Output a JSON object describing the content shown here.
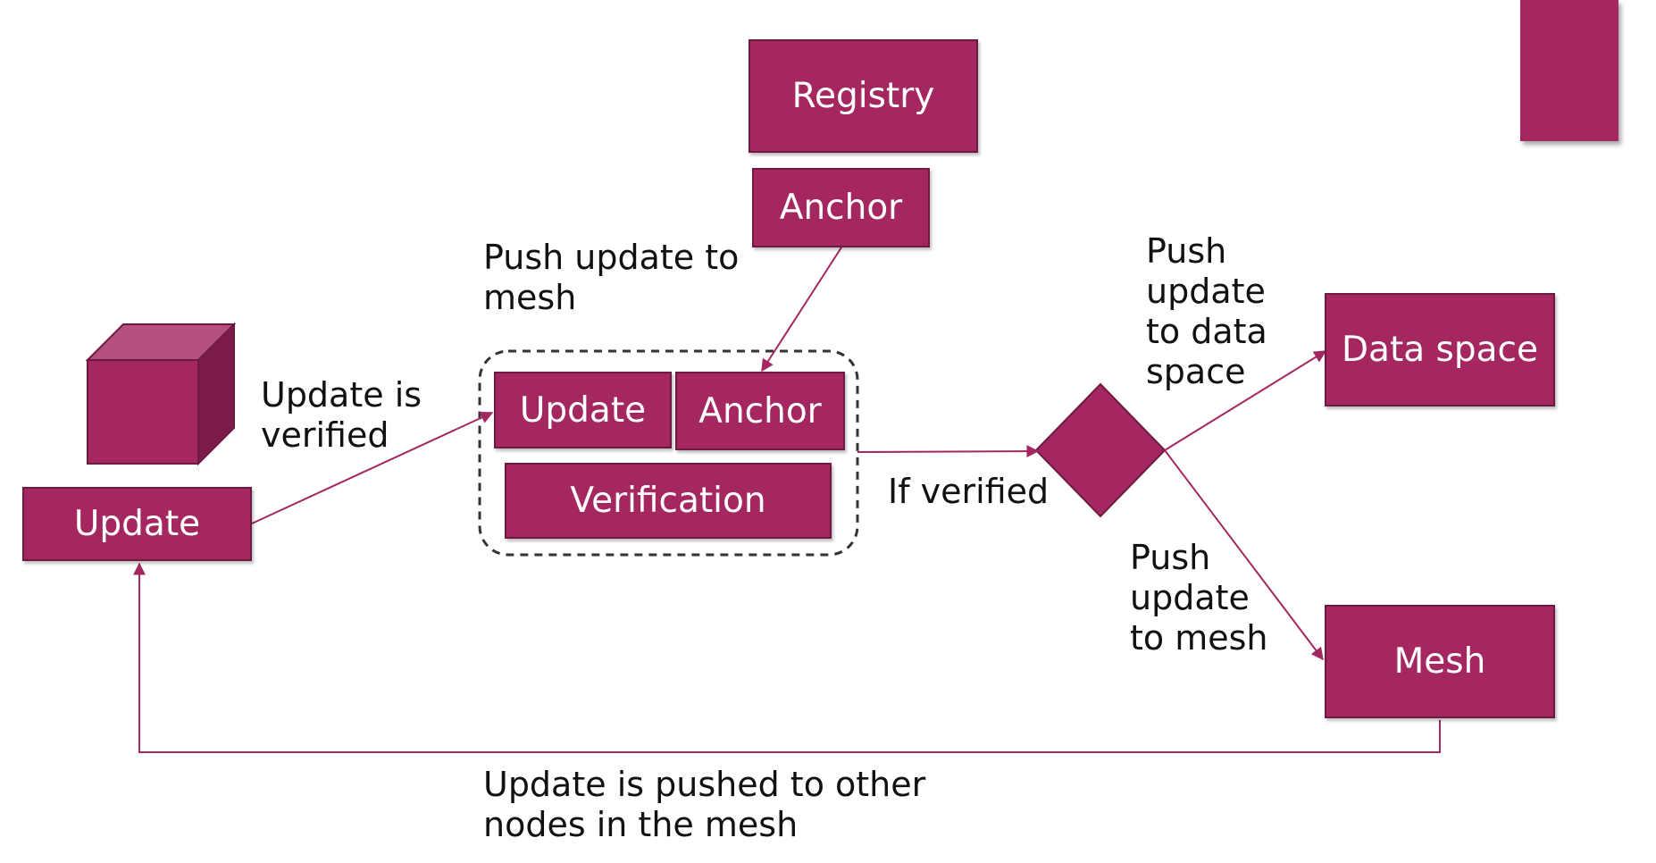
{
  "colors": {
    "box_fill": "#A4275F",
    "box_border": "#6E1A40",
    "connector": "#A4275F",
    "text_on_box": "#FFFFFF",
    "label_text": "#111111"
  },
  "boxes": {
    "registry": "Registry",
    "anchor_top": "Anchor",
    "update_left": "Update",
    "group_update": "Update",
    "group_anchor": "Anchor",
    "group_verification": "Verification",
    "data_space": "Data space",
    "mesh": "Mesh"
  },
  "labels": {
    "push_update_to_mesh_top": "Push update to\nmesh",
    "update_is_verified": "Update is\nverified",
    "if_verified": "If verified",
    "push_update_to_data_space": "Push\nupdate\nto data\nspace",
    "push_update_to_mesh_right": "Push\nupdate\nto mesh",
    "update_pushed_to_other_nodes": "Update is pushed to other\nnodes in the mesh"
  },
  "icons": {
    "cube": "cube-icon",
    "decision": "diamond-decision-shape"
  }
}
